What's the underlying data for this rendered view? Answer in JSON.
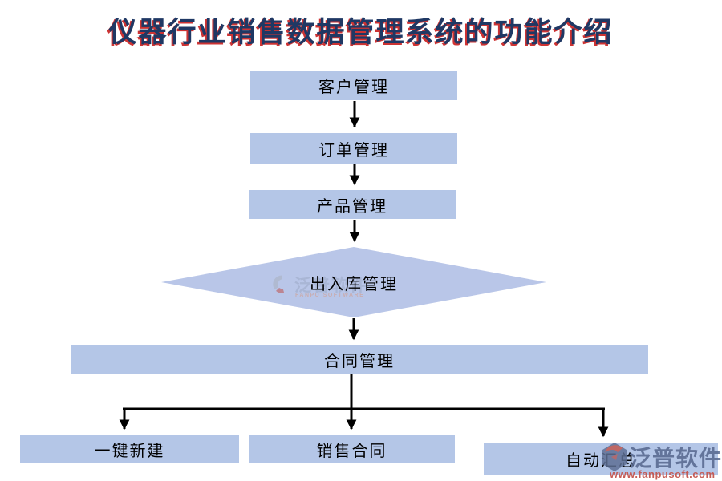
{
  "title": "仪器行业销售数据管理系统的功能介绍",
  "colors": {
    "title_text": "#1F3864",
    "title_shadow": "#C00000",
    "node_fill": "#B4C6E7",
    "diamond_fill": "#B9C6E8",
    "arrow": "#000000",
    "watermark_slate": "#586990",
    "watermark_red": "#C4554E"
  },
  "nodes": {
    "customer": "客户管理",
    "order": "订单管理",
    "product": "产品管理",
    "warehouse": "出入库管理",
    "contract": "合同管理",
    "one_click": "一键新建",
    "sales_contract": "销售合同",
    "auto_summary": "自动汇总"
  },
  "edges": [
    {
      "from": "customer",
      "to": "order"
    },
    {
      "from": "order",
      "to": "product"
    },
    {
      "from": "product",
      "to": "warehouse"
    },
    {
      "from": "warehouse",
      "to": "contract"
    },
    {
      "from": "contract",
      "to": "one_click"
    },
    {
      "from": "contract",
      "to": "sales_contract"
    },
    {
      "from": "contract",
      "to": "auto_summary"
    }
  ],
  "watermark_center": {
    "brand": "泛普软件",
    "caption": "FANPU SOFTWARE"
  },
  "watermark_corner": {
    "brand": "泛普软件",
    "url": "www.fanpusoft.com"
  }
}
